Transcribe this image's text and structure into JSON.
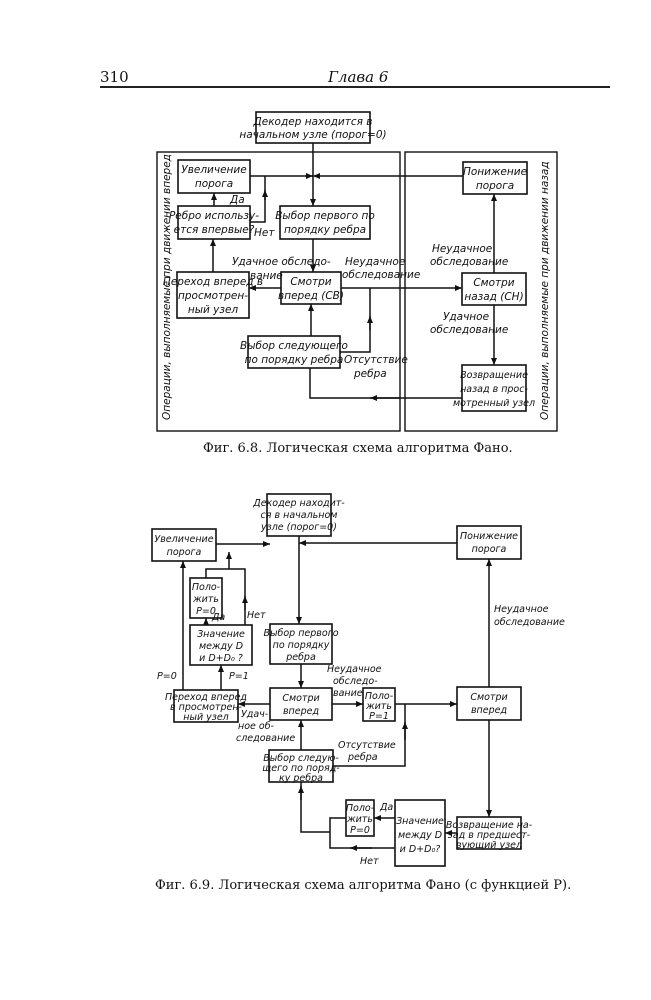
{
  "header": {
    "page_number": "310",
    "chapter": "Глава 6"
  },
  "fig68": {
    "caption": "Фиг. 6.8. Логическая схема алгоритма Фано.",
    "left_panel_label": "Операции, выполняемые при движении вперед",
    "right_panel_label": "Операции, выполняемые при движении назад",
    "boxes": {
      "start": [
        "Декодер находится в",
        "начальном узле (порог=0)"
      ],
      "increase": [
        "Увеличение",
        "порога"
      ],
      "edge_first": [
        "Ребро использу-",
        "ется впервые?"
      ],
      "choose_first": [
        "Выбор первого по",
        "порядку ребра"
      ],
      "move_forward": [
        "Переход вперед в",
        "просмотрен-",
        "ный узел"
      ],
      "look_forward": [
        "Смотри",
        "вперед (СВ)"
      ],
      "choose_next": [
        "Выбор следующего",
        "по порядку ребра"
      ],
      "decrease": [
        "Понижение",
        "порога"
      ],
      "look_back": [
        "Смотри",
        "назад (СН)"
      ],
      "return_back": [
        "Возвращение",
        "назад в прос-",
        "мотренный узел"
      ]
    },
    "labels": {
      "yes": "Да",
      "no": "Нет",
      "success_fwd": [
        "Удачное обследо-",
        "вание"
      ],
      "fail_fwd": [
        "Неудачное",
        "обследование"
      ],
      "no_edge": [
        "Отсутствие",
        "ребра"
      ],
      "fail_back": [
        "Неудачное",
        "обследование"
      ],
      "success_back": [
        "Удачное",
        "обследование"
      ]
    }
  },
  "fig69": {
    "caption": "Фиг. 6.9. Логическая схема алгоритма Фано (с функцией P).",
    "boxes": {
      "start": [
        "Декодер находит-",
        "ся в начальном",
        "узле (порог=0)"
      ],
      "increase": [
        "Увеличение",
        "порога"
      ],
      "set_p0_top": [
        "Поло-",
        "жить",
        "P=0"
      ],
      "value_top": [
        "Значение",
        "между D",
        "и  D+D₀ ?"
      ],
      "choose_first": [
        "Выбор первого",
        "по порядку",
        "ребра"
      ],
      "move_forward": [
        "Переход вперед",
        "в просмотрен-",
        "ный узел"
      ],
      "look_forward": [
        "Смотри",
        "вперед"
      ],
      "set_p1": [
        "Поло-",
        "жить",
        "P=1"
      ],
      "look_forward_right": [
        "Смотри",
        "вперед"
      ],
      "decrease": [
        "Понижение",
        "порога"
      ],
      "choose_next": [
        "Выбор следую-",
        "щего по поряд-",
        "ку ребра"
      ],
      "set_p0_bottom": [
        "Поло-",
        "жить",
        "P=0"
      ],
      "value_bottom": [
        "Значение",
        "между D",
        "и  D+D₀?"
      ],
      "return_prev": [
        "Возвращение на-",
        "зад в предшест-",
        "вующий узел"
      ]
    },
    "labels": {
      "yes_top": "Да",
      "no_top": "Нет",
      "p0": "P=0",
      "p1": "P=1",
      "success": [
        "Удач-",
        "ное об-",
        "следование"
      ],
      "fail": [
        "Неудачное",
        "обследо-",
        "вание"
      ],
      "no_edge": [
        "Отсутствие",
        "ребра"
      ],
      "fail_right": [
        "Неудачное",
        "обследование"
      ],
      "yes_bottom": "Да",
      "no_bottom": "Нет"
    }
  }
}
